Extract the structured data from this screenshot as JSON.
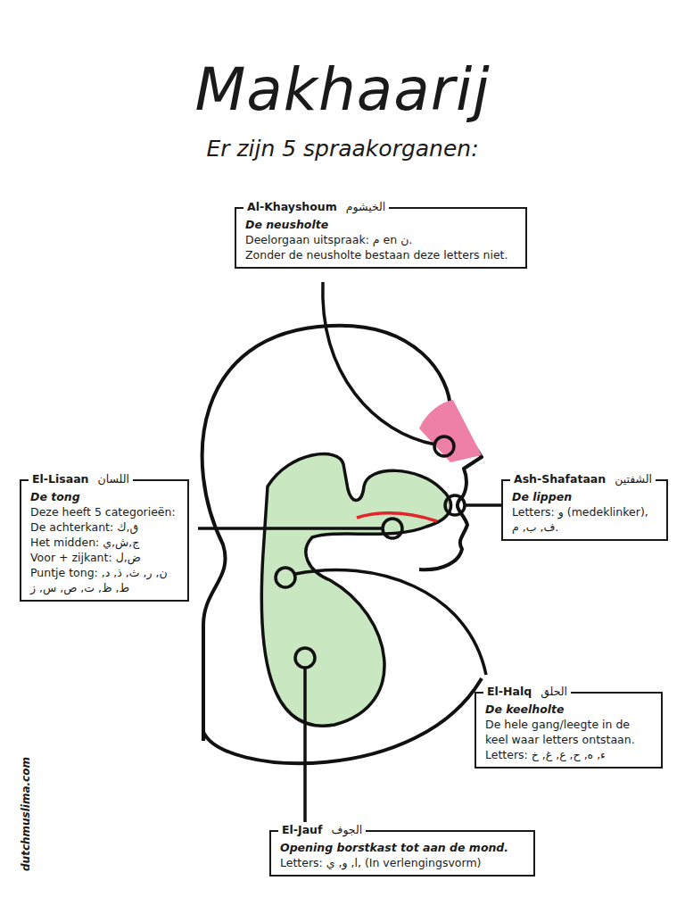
{
  "diagram": {
    "title": "Makhaarij",
    "caption": "Er zijn 5 spraakorganen:",
    "nodes": [
      {
        "text": [
          "Al-Khayshoum",
          "الخيشوم",
          "De neusholte",
          "Deelorgaan uitspraak: م en ن.",
          "Zonder de neusholte bestaan deze letters niet."
        ]
      },
      {
        "text": [
          "El-Lisaan",
          "اللسان",
          "De tong",
          "Deze heeft 5 categorieën:",
          "De achterkant: ق,ك",
          "Het midden: ج,ش,ي",
          "Voor + zijkant: ض,ل",
          "Puntje tong: ن, ر, ث, ذ, د, ط, ظ, ت, ص, س, ز"
        ]
      },
      {
        "text": [
          "Ash-Shafataan",
          "الشفتين",
          "De lippen",
          "Letters: و (medeklinker), ف, ب, م."
        ]
      },
      {
        "text": [
          "El-Halq",
          "الحلق",
          "De keelholte",
          "De hele gang/leegte in de keel waar letters ontstaan.",
          "Letters: ء, ه, ح, ع, غ, خ"
        ]
      },
      {
        "text": [
          "El-Jauf",
          "الجوف",
          "Opening borstkast tot aan de mond.",
          "Letters: ا, و, ي, (In verlengingsvorm)"
        ]
      }
    ],
    "labels": [
      "dutchmuslima.com"
    ]
  }
}
